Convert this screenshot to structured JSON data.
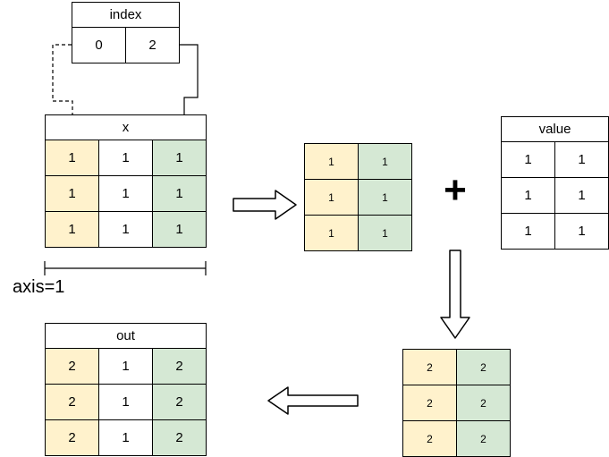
{
  "colors": {
    "yellow": "#FFF2CC",
    "green": "#D5E8D4",
    "white": "#FFFFFF",
    "border": "#000000",
    "arrow_outline": "#000000"
  },
  "labels": {
    "axis": "axis=1",
    "plus": "+"
  },
  "index_table": {
    "title": "index",
    "cells": [
      "0",
      "2"
    ]
  },
  "x_table": {
    "title": "x",
    "rows": [
      [
        "1",
        "1",
        "1"
      ],
      [
        "1",
        "1",
        "1"
      ],
      [
        "1",
        "1",
        "1"
      ]
    ],
    "column_colors": [
      "yellow",
      "white",
      "green"
    ]
  },
  "gathered_table": {
    "rows": [
      [
        "1",
        "1"
      ],
      [
        "1",
        "1"
      ],
      [
        "1",
        "1"
      ]
    ],
    "column_colors": [
      "yellow",
      "green"
    ]
  },
  "value_table": {
    "title": "value",
    "rows": [
      [
        "1",
        "1"
      ],
      [
        "1",
        "1"
      ],
      [
        "1",
        "1"
      ]
    ],
    "column_colors": [
      "white",
      "white"
    ]
  },
  "sum_table": {
    "rows": [
      [
        "2",
        "2"
      ],
      [
        "2",
        "2"
      ],
      [
        "2",
        "2"
      ]
    ],
    "column_colors": [
      "yellow",
      "green"
    ]
  },
  "out_table": {
    "title": "out",
    "rows": [
      [
        "2",
        "1",
        "2"
      ],
      [
        "2",
        "1",
        "2"
      ],
      [
        "2",
        "1",
        "2"
      ]
    ],
    "column_colors": [
      "yellow",
      "white",
      "green"
    ]
  }
}
